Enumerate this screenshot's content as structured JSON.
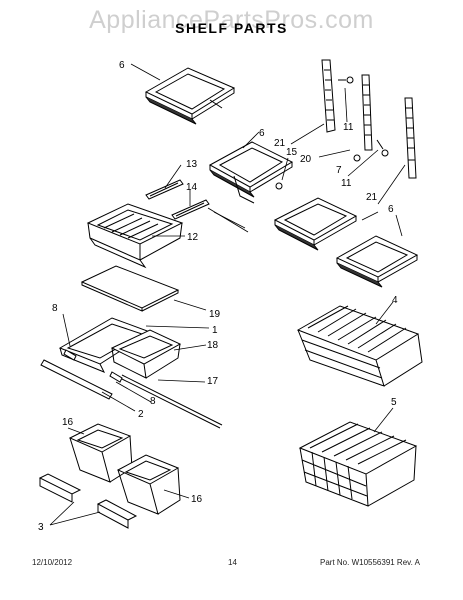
{
  "watermark": "AppliancePartsPros.com",
  "title": "SHELF PARTS",
  "footer": {
    "date": "12/10/2012",
    "page": "14",
    "part_no": "Part No. W10556391  Rev. A"
  },
  "callouts": {
    "c1": "1",
    "c2": "2",
    "c3": "3",
    "c4": "4",
    "c5": "5",
    "c6a": "6",
    "c6b": "6",
    "c6c": "6",
    "c7": "7",
    "c8a": "8",
    "c8b": "8",
    "c11a": "11",
    "c11b": "11",
    "c12": "12",
    "c13": "13",
    "c14": "14",
    "c15": "15",
    "c16a": "16",
    "c16b": "16",
    "c17": "17",
    "c18": "18",
    "c19": "19",
    "c20": "20",
    "c21a": "21",
    "c21b": "21"
  }
}
